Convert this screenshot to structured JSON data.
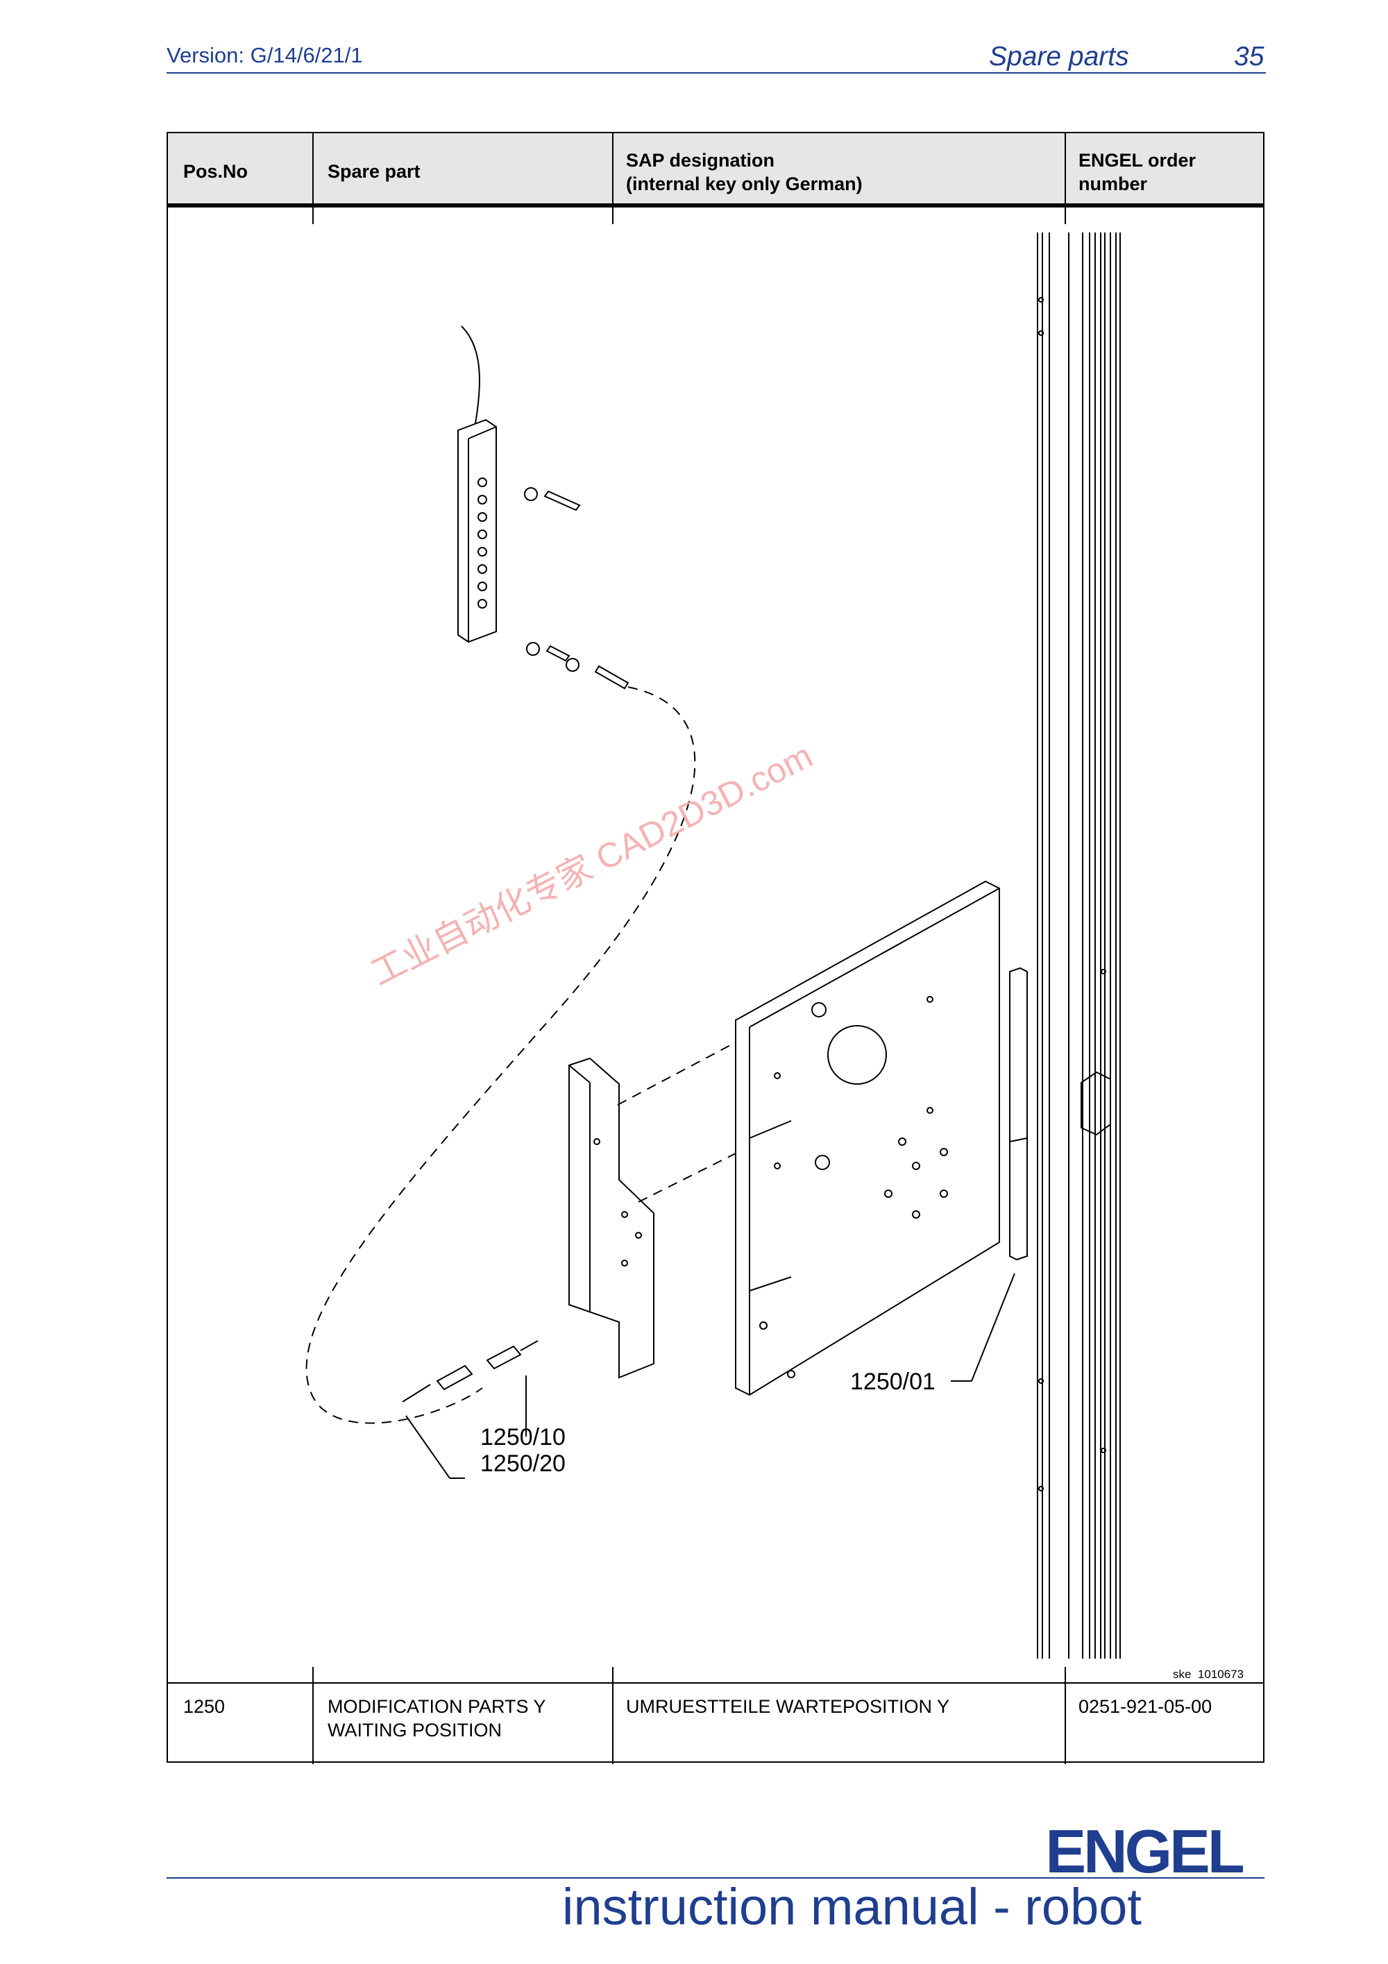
{
  "header": {
    "version": "Version: G/14/6/21/1",
    "section": "Spare parts",
    "page": "35"
  },
  "table": {
    "columns": [
      "Pos.No",
      "Spare part",
      "SAP designation\n(internal key only German)",
      "ENGEL order\nnumber"
    ],
    "rows": [
      {
        "pos": "1250",
        "part": "MODIFICATION PARTS Y\nWAITING POSITION",
        "sap": "UMRUESTTEILE WARTEPOSITION Y",
        "order": "0251-921-05-00"
      }
    ]
  },
  "drawing": {
    "labels": [
      "1250/01",
      "1250/10",
      "1250/20"
    ],
    "sketch_id": "ske_1010673"
  },
  "watermark": "工业自动化专家 CAD2D3D.com",
  "footer": {
    "title": "instruction manual - robot",
    "logo": "ENGEL"
  },
  "colors": {
    "brand_blue": "#1f3e8f",
    "watermark": "#f3a6a6"
  }
}
